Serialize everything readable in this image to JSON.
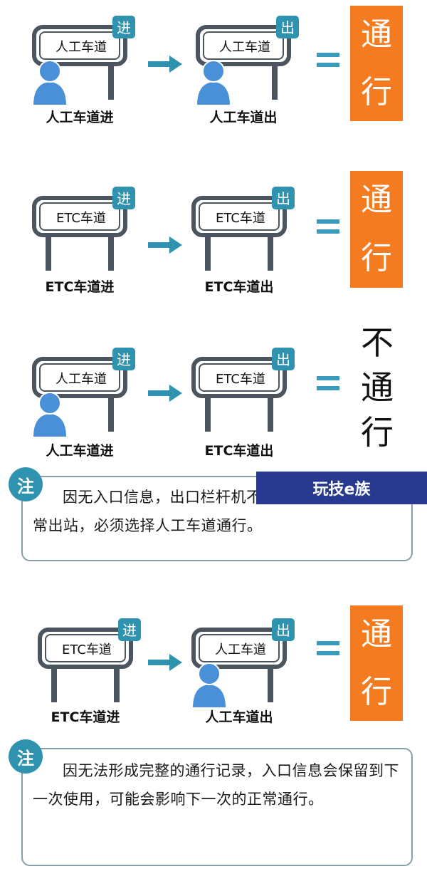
{
  "rows": [
    {
      "entry": {
        "lane": "人工车道",
        "tag": "进",
        "caption": "人工车道进",
        "person": true
      },
      "exit": {
        "lane": "人工车道",
        "tag": "出",
        "caption": "人工车道出",
        "person": true
      },
      "equals": "=",
      "result": {
        "chars": [
          "通",
          "行"
        ],
        "style": "orange"
      }
    },
    {
      "entry": {
        "lane": "ETC车道",
        "tag": "进",
        "caption": "ETC车道进",
        "person": false
      },
      "exit": {
        "lane": "ETC车道",
        "tag": "出",
        "caption": "ETC车道出",
        "person": false
      },
      "equals": "=",
      "result": {
        "chars": [
          "通",
          "行"
        ],
        "style": "orange"
      }
    },
    {
      "entry": {
        "lane": "人工车道",
        "tag": "进",
        "caption": "人工车道进",
        "person": true
      },
      "exit": {
        "lane": "ETC车道",
        "tag": "出",
        "caption": "ETC车道出",
        "person": false
      },
      "equals": "=",
      "result": {
        "chars": [
          "不",
          "通",
          "行"
        ],
        "style": "plain"
      }
    },
    {
      "entry": {
        "lane": "ETC车道",
        "tag": "进",
        "caption": "ETC车道进",
        "person": false
      },
      "exit": {
        "lane": "人工车道",
        "tag": "出",
        "caption": "人工车道出",
        "person": true
      },
      "equals": "=",
      "result": {
        "chars": [
          "通",
          "行"
        ],
        "style": "orange"
      }
    }
  ],
  "notes": [
    {
      "badge": "注",
      "text": "因无入口信息，出口栏杆机不会抬杆，车辆不能正常出站，必须选择人工车道通行。"
    },
    {
      "badge": "注",
      "text": "因无法形成完整的通行记录，入口信息会保留到下一次使用，可能会影响下一次的正常通行。"
    }
  ],
  "watermark": {
    "text": "玩技e族"
  },
  "colors": {
    "sign_frame": "#4a5560",
    "tag": "#2f93b0",
    "arrow": "#2f93b0",
    "equals": "#3a9bbf",
    "orange": "#f47b20",
    "person": "#4a90d9",
    "watermark_bg": "#283a8f"
  }
}
